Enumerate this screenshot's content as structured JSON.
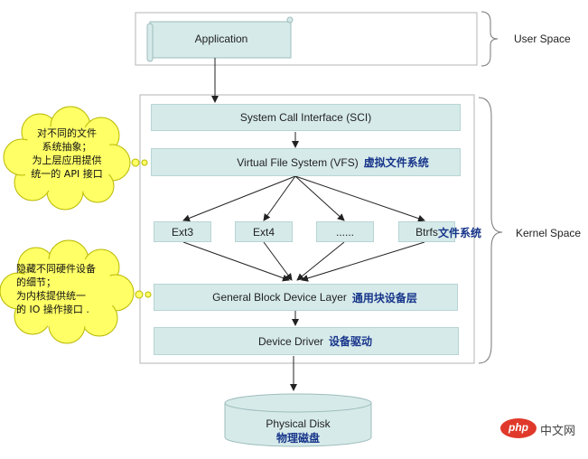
{
  "user_space": {
    "application_label": "Application",
    "space_label": "User Space"
  },
  "kernel_space": {
    "space_label": "Kernel Space",
    "sci_label": "System Call Interface (SCI)",
    "vfs_label": "Virtual File System (VFS)",
    "vfs_cn": "虚拟文件系统",
    "fs_items": [
      "Ext3",
      "Ext4",
      "......",
      "Btrfs"
    ],
    "fs_cn": "文件系统",
    "block_layer_label": "General Block Device Layer",
    "block_layer_cn": "通用块设备层",
    "driver_label": "Device Driver",
    "driver_cn": "设备驱动"
  },
  "disk": {
    "label": "Physical Disk",
    "cn": "物理磁盘"
  },
  "callouts": {
    "vfs_note": [
      "对不同的文件",
      "系统抽象；",
      "为上层应用提供",
      "统一的 API 接口"
    ],
    "block_note": [
      "隐藏不同硬件设备",
      "的细节；",
      "为内核提供统一",
      "的 IO 操作接口 ."
    ]
  },
  "watermark": {
    "badge": "php",
    "text": "中文网"
  },
  "colors": {
    "box_fill": "#d6eaea",
    "cn_text": "#17358a",
    "cloud_fill": "#ffff66",
    "php_badge": "#e0392b"
  }
}
